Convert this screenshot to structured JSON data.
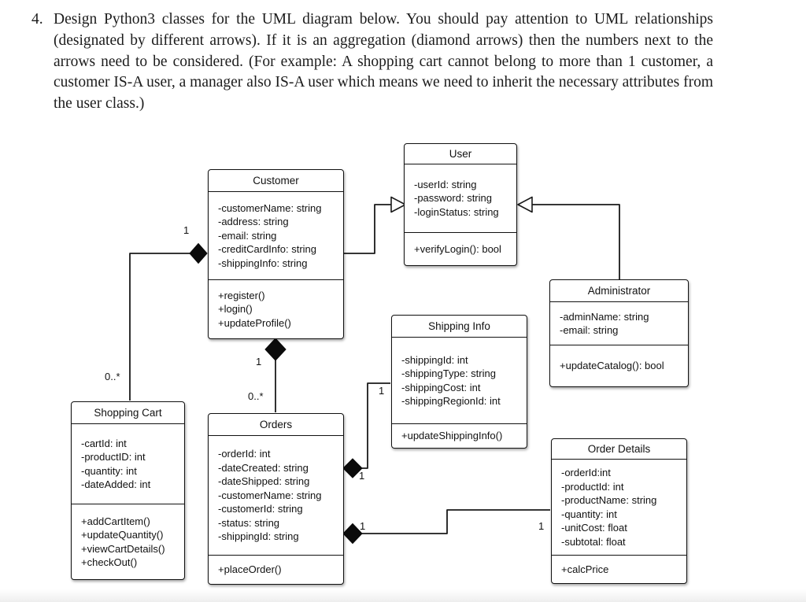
{
  "problem": {
    "number": "4.",
    "text": "Design Python3 classes for the UML diagram below. You should pay attention to UML relationships (designated by different arrows). If it is an aggregation (diamond arrows) then the numbers next to the arrows need to be considered. (For example: A shopping cart cannot belong to more than 1 customer, a customer IS-A user, a manager also IS-A user which means we need to inherit the necessary attributes from the user class.)"
  },
  "diagram": {
    "colors": {
      "line": "#000000",
      "box_fill": "#ffffff",
      "diamond_fill": "#000000"
    },
    "classes": {
      "user": {
        "title": "User",
        "attributes": [
          "-userId: string",
          "-password: string",
          "-loginStatus: string"
        ],
        "methods": [
          "+verifyLogin(): bool"
        ]
      },
      "customer": {
        "title": "Customer",
        "attributes": [
          "-customerName: string",
          "-address: string",
          "-email: string",
          "-creditCardInfo: string",
          "-shippingInfo: string"
        ],
        "methods": [
          "+register()",
          "+login()",
          "+updateProfile()"
        ]
      },
      "administrator": {
        "title": "Administrator",
        "attributes": [
          "-adminName: string",
          "-email: string"
        ],
        "methods": [
          "+updateCatalog(): bool"
        ]
      },
      "shipping_info": {
        "title": "Shipping Info",
        "attributes": [
          "-shippingId: int",
          "-shippingType: string",
          "-shippingCost: int",
          "-shippingRegionId: int"
        ],
        "methods": [
          "+updateShippingInfo()"
        ]
      },
      "shopping_cart": {
        "title": "Shopping Cart",
        "attributes": [
          "-cartId: int",
          "-productID: int",
          "-quantity: int",
          "-dateAdded: int"
        ],
        "methods": [
          "+addCartItem()",
          "+updateQuantity()",
          "+viewCartDetails()",
          "+checkOut()"
        ]
      },
      "orders": {
        "title": "Orders",
        "attributes": [
          "-orderId: int",
          "-dateCreated: string",
          "-dateShipped: string",
          "-customerName: string",
          "-customerId: string",
          "-status: string",
          "-shippingId: string"
        ],
        "methods": [
          "+placeOrder()"
        ]
      },
      "order_details": {
        "title": "Order Details",
        "attributes": [
          "-orderId:int",
          "-productId: int",
          "-productName: string",
          "-quantity: int",
          "-unitCost: float",
          "-subtotal: float"
        ],
        "methods": [
          "+calcPrice"
        ]
      }
    },
    "multiplicities": {
      "customer_cart_customer_side": "1",
      "customer_cart_cart_side": "0..*",
      "customer_orders_customer_side": "1",
      "customer_orders_orders_side": "0..*",
      "orders_shipping_shipping_side": "1",
      "orders_shipping_orders_side": "1",
      "orders_details_orders_side": "1",
      "orders_details_details_side": "1"
    }
  }
}
